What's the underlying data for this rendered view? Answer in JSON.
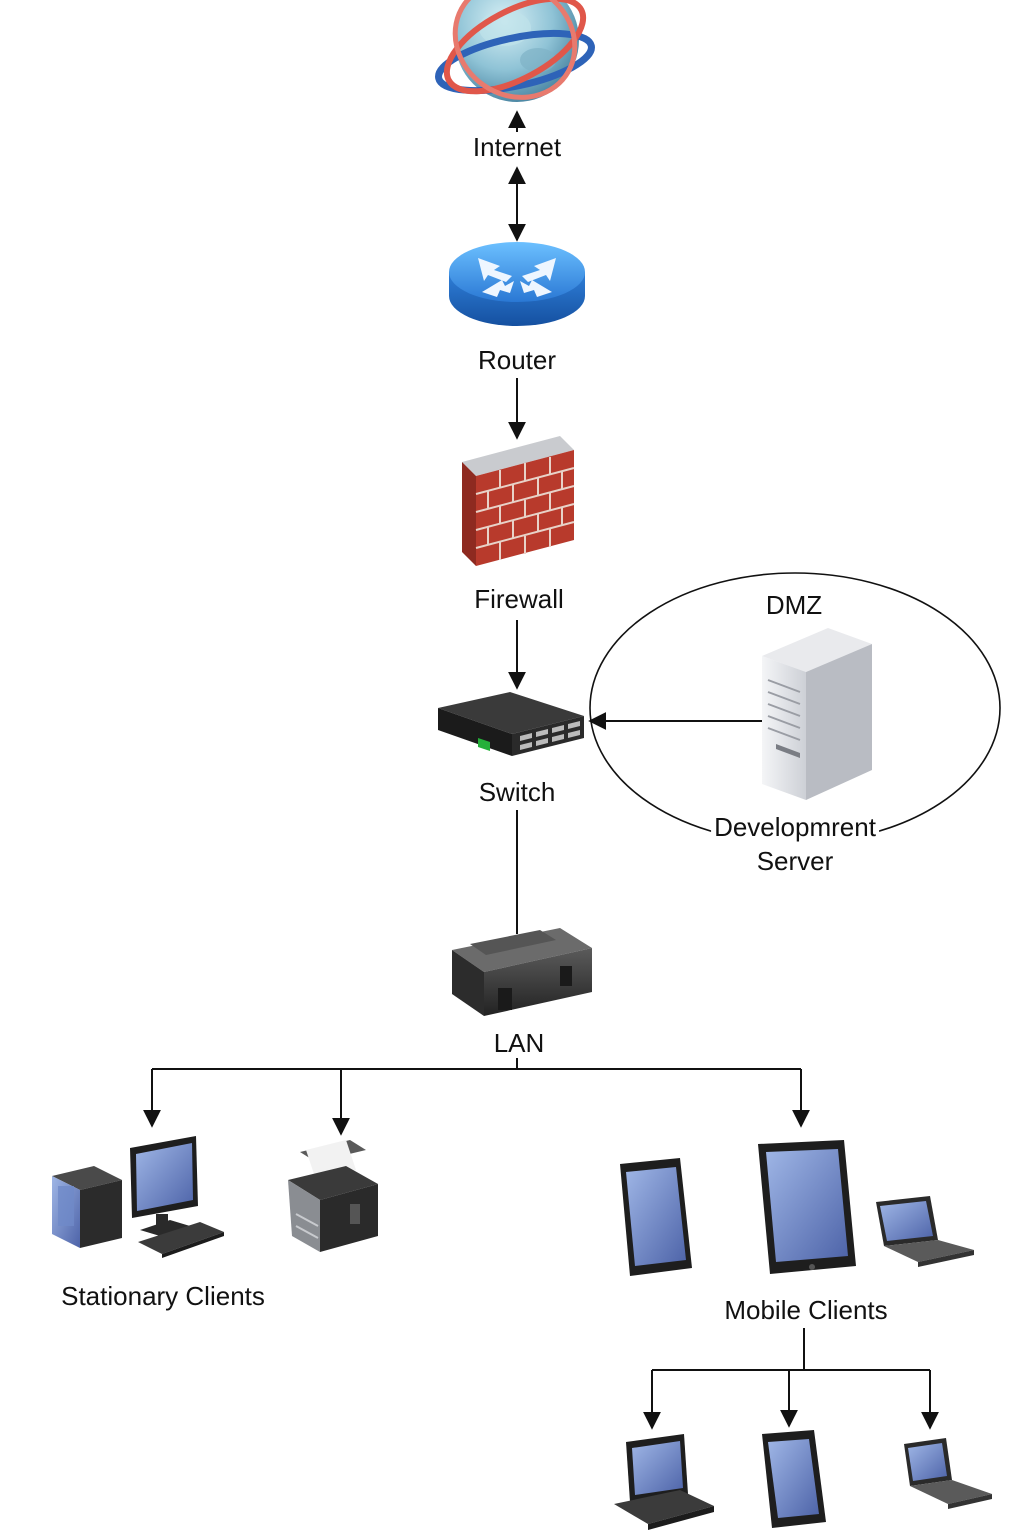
{
  "labels": {
    "internet": "Internet",
    "router": "Router",
    "firewall": "Firewall",
    "switch": "Switch",
    "dmz": "DMZ",
    "server_line1": "Developmrent",
    "server_line2": "Server",
    "lan": "LAN",
    "stationary_clients": "Stationary Clients",
    "mobile_clients": "Mobile Clients"
  },
  "icons": {
    "internet": "globe-icon",
    "router": "router-icon",
    "firewall": "firewall-icon",
    "switch": "switch-icon",
    "server": "server-tower-icon",
    "lan": "lan-hub-icon",
    "desktop": "desktop-computer-icon",
    "printer": "printer-icon",
    "tablet": "tablet-icon",
    "laptop": "laptop-icon"
  },
  "colors": {
    "router_blue": "#3d8fe0",
    "firewall_brick": "#b83a2c",
    "globe_ring": "#e0574a",
    "screen_blue": "#6f89c8",
    "line": "#111111"
  }
}
